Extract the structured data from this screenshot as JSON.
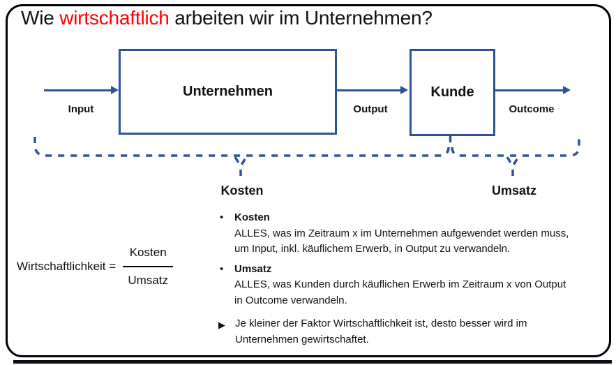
{
  "title": {
    "prefix": "Wie ",
    "highlight": "wirtschaftlich",
    "suffix": " arbeiten wir im Unternehmen?"
  },
  "diagram": {
    "company_box": "Unternehmen",
    "customer_box": "Kunde",
    "input_label": "Input",
    "output_label": "Output",
    "outcome_label": "Outcome",
    "kosten_label": "Kosten",
    "umsatz_label": "Umsatz"
  },
  "formula": {
    "lhs": "Wirtschaftlichkeit =",
    "numerator": "Kosten",
    "denominator": "Umsatz"
  },
  "bullet_marker": "•",
  "bullets": [
    {
      "term": "Kosten",
      "line1": "ALLES, was im Zeitraum x im Unternehmen aufgewendet werden muss,",
      "line2": "um Input, inkl. käuflichem Erwerb, in Output zu verwandeln."
    },
    {
      "term": "Umsatz",
      "line1": "ALLES, was Kunden durch käuflichen Erwerb im Zeitraum x von Output",
      "line2": "in Outcome verwandeln."
    }
  ],
  "conclusion": {
    "marker": "▶",
    "line1": "Je kleiner der Faktor Wirtschaftlichkeit ist, desto besser wird im",
    "line2": "Unternehmen gewirtschaftet."
  },
  "colors": {
    "accent_blue": "#2e5395",
    "highlight_red": "#ff0000",
    "text_black": "#111111"
  }
}
